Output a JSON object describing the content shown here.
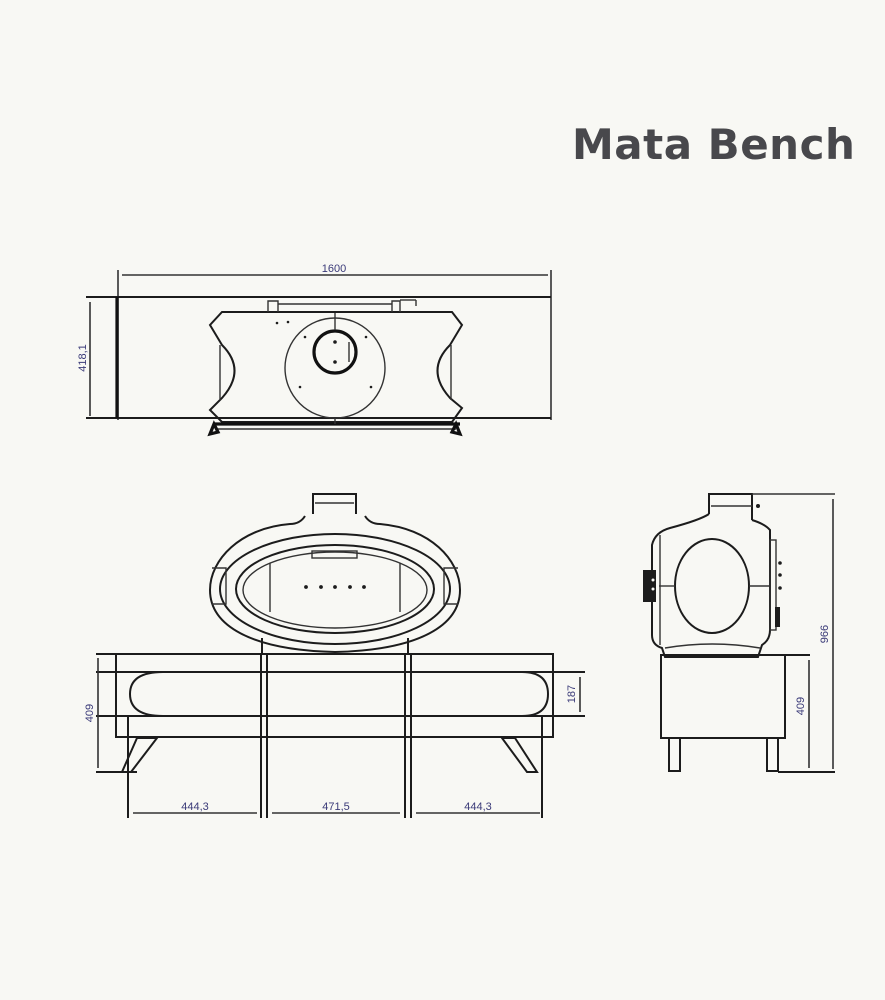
{
  "title": "Mata Bench",
  "views": {
    "top": {
      "width_dimension": "1600",
      "depth_dimension": "418,1"
    },
    "front": {
      "bench_height_dimension": "409",
      "cushion_height_dimension": "187",
      "segment_widths": [
        "444,3",
        "471,5",
        "444,3"
      ]
    },
    "side": {
      "total_height_dimension": "966",
      "bench_height_dimension": "409"
    }
  },
  "colors": {
    "background": "#f8f8f4",
    "line": "#1c1c1c",
    "dimension_text": "#3a3a78",
    "title": "#48484c"
  }
}
